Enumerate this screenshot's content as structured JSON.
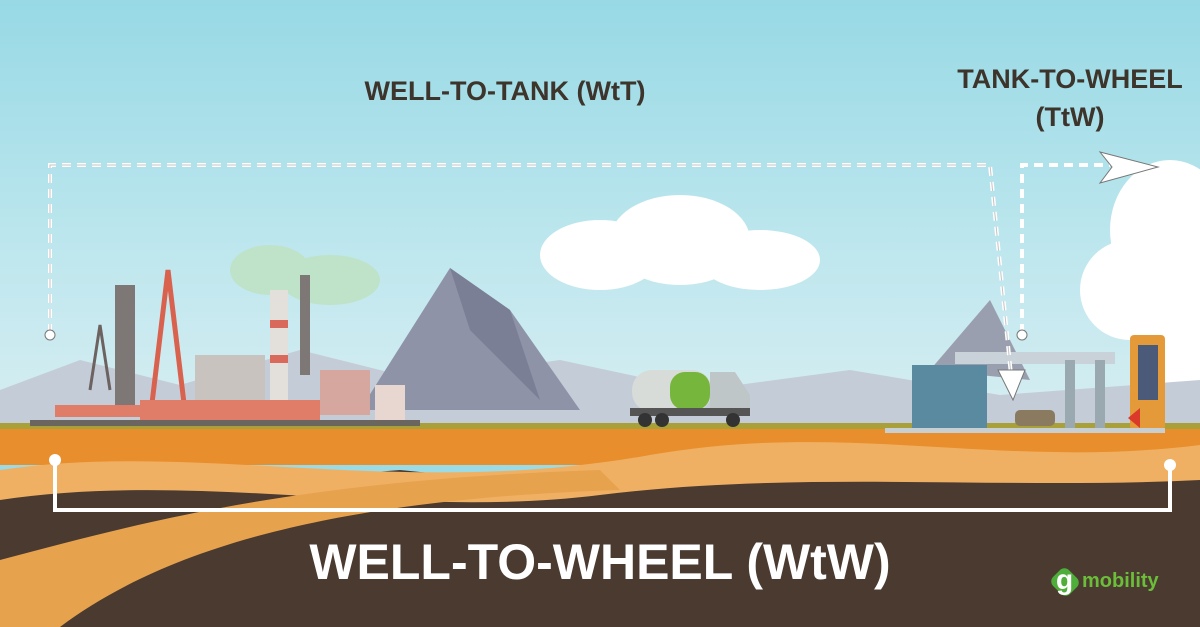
{
  "labels": {
    "well_to_tank": "WELL-TO-TANK (WtT)",
    "tank_to_wheel_line1": "TANK-TO-WHEEL",
    "tank_to_wheel_line2": "(TtW)",
    "well_to_wheel": "WELL-TO-WHEEL (WtW)"
  },
  "logo": {
    "mark": "g",
    "text": "mobility"
  },
  "colors": {
    "sky": "#9adbe6",
    "ground": "#e98e2c",
    "underground": "#4a3a30",
    "text_dark": "#3d342c",
    "line": "#ffffff"
  }
}
